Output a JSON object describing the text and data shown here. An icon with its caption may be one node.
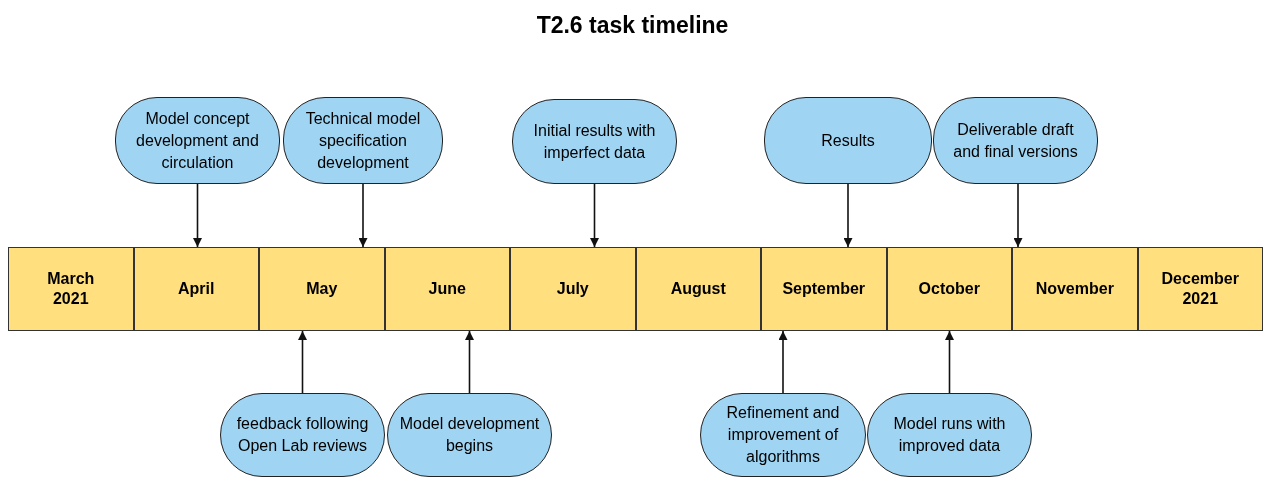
{
  "diagram": {
    "title": "T2.6 task timeline",
    "nodes": [
      {
        "text": [
          "Model concept development and circulation"
        ]
      },
      {
        "text": [
          "Technical model specification development"
        ]
      },
      {
        "text": [
          "Initial results with imperfect data"
        ]
      },
      {
        "text": [
          "Results"
        ]
      },
      {
        "text": [
          "Deliverable draft and final versions"
        ]
      },
      {
        "text": [
          "March 2021"
        ]
      },
      {
        "text": [
          "April"
        ]
      },
      {
        "text": [
          "May"
        ]
      },
      {
        "text": [
          "June"
        ]
      },
      {
        "text": [
          "July"
        ]
      },
      {
        "text": [
          "August"
        ]
      },
      {
        "text": [
          "September"
        ]
      },
      {
        "text": [
          "October"
        ]
      },
      {
        "text": [
          "November"
        ]
      },
      {
        "text": [
          "December 2021"
        ]
      },
      {
        "text": [
          "feedback following Open Lab reviews"
        ]
      },
      {
        "text": [
          "Model development begins"
        ]
      },
      {
        "text": [
          "Refinement and improvement of algorithms"
        ]
      },
      {
        "text": [
          "Model runs with improved data"
        ]
      }
    ],
    "edges": [
      {
        "from": 0,
        "to": 6,
        "arrow": "to"
      },
      {
        "from": 1,
        "to": 7,
        "arrow": "to"
      },
      {
        "from": 2,
        "to": 9,
        "arrow": "to"
      },
      {
        "from": 3,
        "to": 11,
        "arrow": "to"
      },
      {
        "from": 4,
        "to": 13,
        "arrow": "to"
      },
      {
        "from": 15,
        "to": 7,
        "arrow": "to"
      },
      {
        "from": 16,
        "to": 8,
        "arrow": "to"
      },
      {
        "from": 17,
        "to": 11,
        "arrow": "to"
      },
      {
        "from": 18,
        "to": 12,
        "arrow": "to"
      }
    ]
  }
}
